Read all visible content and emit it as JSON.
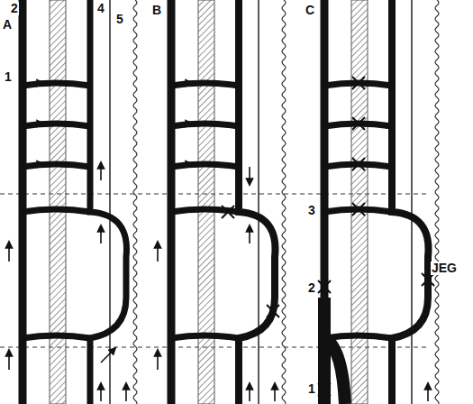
{
  "diagram": {
    "labels": [
      "A",
      "2",
      "4",
      "5",
      "1",
      "B",
      "C",
      "3",
      "2",
      "1",
      "JEG"
    ]
  }
}
